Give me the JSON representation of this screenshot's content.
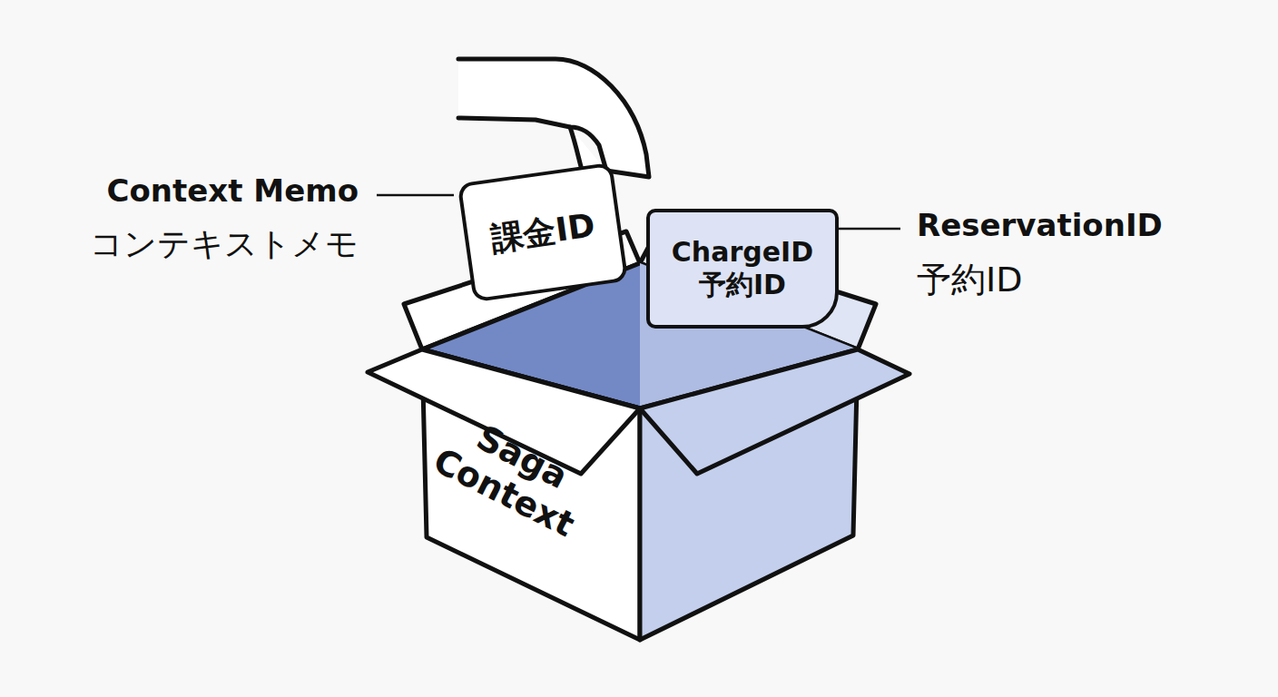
{
  "diagram": {
    "nodes": [
      {
        "text": [
          "Saga Context"
        ]
      },
      {
        "text": [
          "課金ID"
        ],
        "in": 0
      },
      {
        "text": [
          "ChargeID 予約ID"
        ],
        "in": 0
      }
    ],
    "labels": [
      "Context Memo",
      "コンテキストメモ",
      "ReservationID",
      "予約ID"
    ]
  }
}
